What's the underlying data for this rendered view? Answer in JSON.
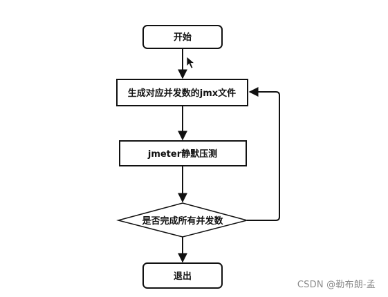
{
  "flowchart": {
    "nodes": {
      "start": {
        "label": "开始"
      },
      "generate_jmx": {
        "label": "生成对应并发数的jmx文件"
      },
      "jmeter_silent_test": {
        "label": "jmeter静默压测"
      },
      "decision_all_done": {
        "label": "是否完成所有并发数"
      },
      "exit": {
        "label": "退出"
      }
    }
  },
  "watermark": {
    "text": "CSDN @勒布朗-孟"
  },
  "colors": {
    "stroke": "#111111",
    "background": "#ffffff",
    "watermark": "#8a8a8a"
  },
  "icons": {
    "cursor": "mouse-pointer-icon"
  }
}
